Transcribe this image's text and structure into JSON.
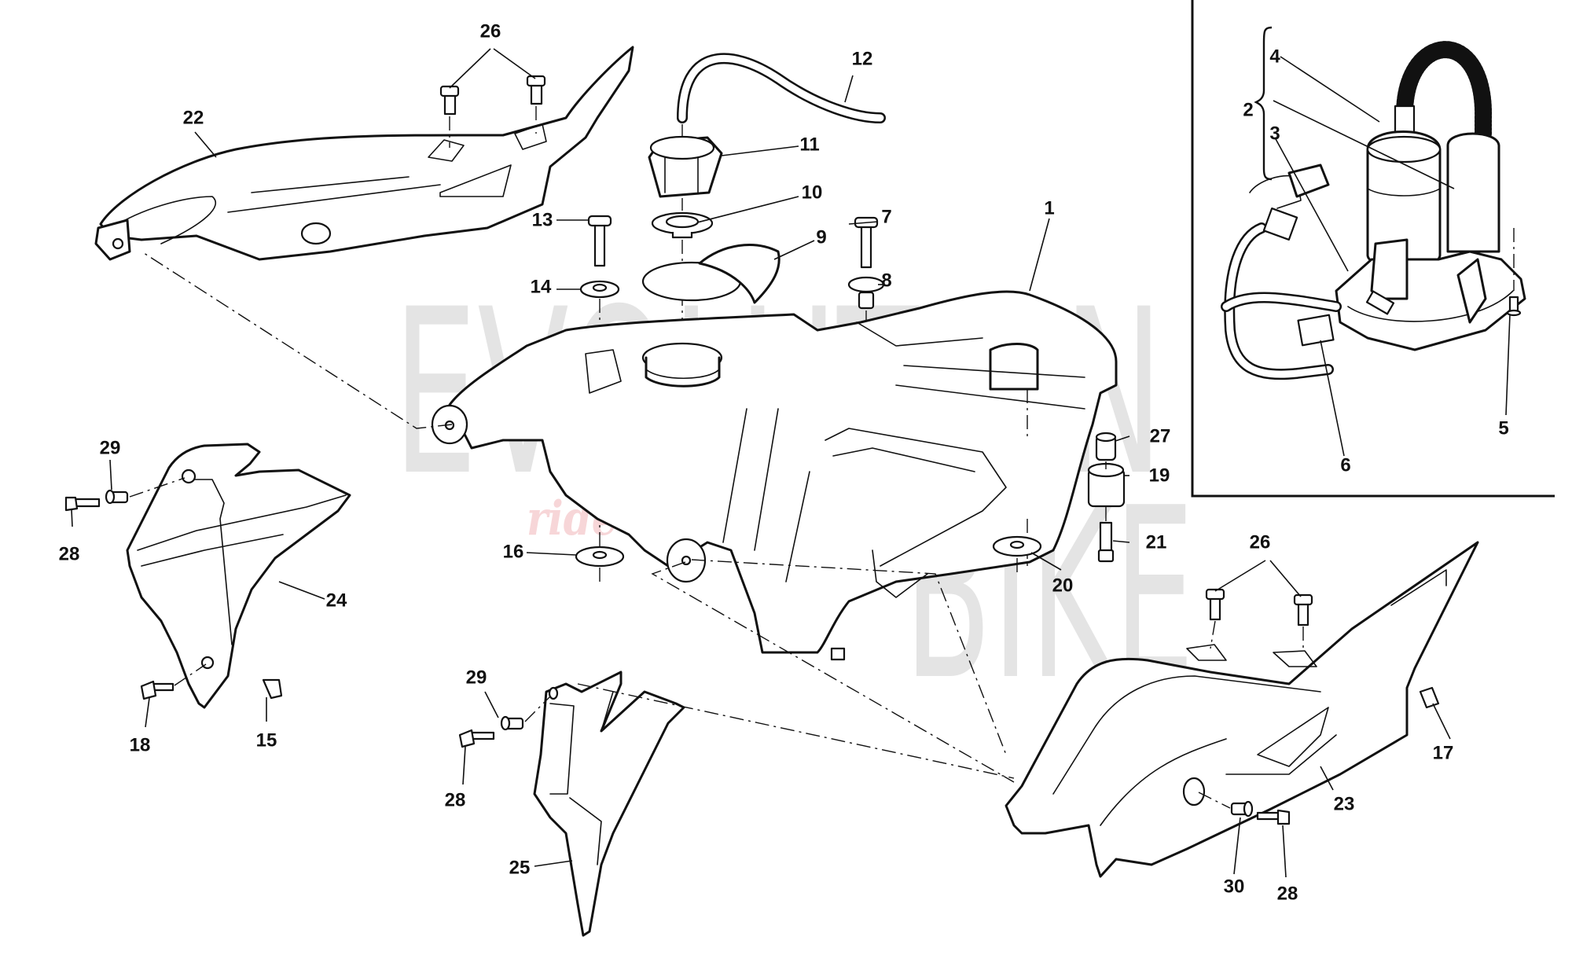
{
  "diagram": {
    "title": "Fuel tank assembly - exploded parts view",
    "watermark": {
      "line1": "EVOLUTION",
      "line2": "BIKE",
      "tagline": "ride the power",
      "color_letters": "#e4e4e4",
      "color_tagline": "#f7d6d8"
    },
    "callouts": [
      {
        "id": "c1",
        "label": "1",
        "part": "fuel-tank"
      },
      {
        "id": "c2",
        "label": "2",
        "part": "fuel-pump-assembly"
      },
      {
        "id": "c3",
        "label": "3",
        "part": "pump-gasket"
      },
      {
        "id": "c4",
        "label": "4",
        "part": "fuel-filter"
      },
      {
        "id": "c5",
        "label": "5",
        "part": "pump-flange-screw"
      },
      {
        "id": "c6",
        "label": "6",
        "part": "fuel-hose-connector"
      },
      {
        "id": "c7",
        "label": "7",
        "part": "flange-bolt"
      },
      {
        "id": "c8",
        "label": "8",
        "part": "rubber-bushing"
      },
      {
        "id": "c9",
        "label": "9",
        "part": "filler-cap-ring-cover"
      },
      {
        "id": "c10",
        "label": "10",
        "part": "filler-seal-washer"
      },
      {
        "id": "c11",
        "label": "11",
        "part": "filler-cap"
      },
      {
        "id": "c12",
        "label": "12",
        "part": "breather-hose"
      },
      {
        "id": "c13",
        "label": "13",
        "part": "flange-bolt"
      },
      {
        "id": "c14",
        "label": "14",
        "part": "rubber-washer"
      },
      {
        "id": "c15",
        "label": "15",
        "part": "clip-nut"
      },
      {
        "id": "c16",
        "label": "16",
        "part": "rubber-washer"
      },
      {
        "id": "c17",
        "label": "17",
        "part": "clip-nut"
      },
      {
        "id": "c18",
        "label": "18",
        "part": "screw"
      },
      {
        "id": "c19",
        "label": "19",
        "part": "rubber-mount"
      },
      {
        "id": "c20",
        "label": "20",
        "part": "rubber-washer"
      },
      {
        "id": "c21",
        "label": "21",
        "part": "screw"
      },
      {
        "id": "c22",
        "label": "22",
        "part": "left-tank-cover"
      },
      {
        "id": "c23",
        "label": "23",
        "part": "right-tank-cover"
      },
      {
        "id": "c24",
        "label": "24",
        "part": "left-side-panel"
      },
      {
        "id": "c25",
        "label": "25",
        "part": "right-side-panel"
      },
      {
        "id": "c26a",
        "label": "26",
        "part": "screws-left-cover"
      },
      {
        "id": "c26b",
        "label": "26",
        "part": "screws-right-cover"
      },
      {
        "id": "c27",
        "label": "27",
        "part": "spacer"
      },
      {
        "id": "c28a",
        "label": "28",
        "part": "screw"
      },
      {
        "id": "c28b",
        "label": "28",
        "part": "screw"
      },
      {
        "id": "c28c",
        "label": "28",
        "part": "screw"
      },
      {
        "id": "c29a",
        "label": "29",
        "part": "spacer-bushing"
      },
      {
        "id": "c29b",
        "label": "29",
        "part": "spacer-bushing"
      },
      {
        "id": "c30",
        "label": "30",
        "part": "spacer-bushing"
      }
    ]
  }
}
